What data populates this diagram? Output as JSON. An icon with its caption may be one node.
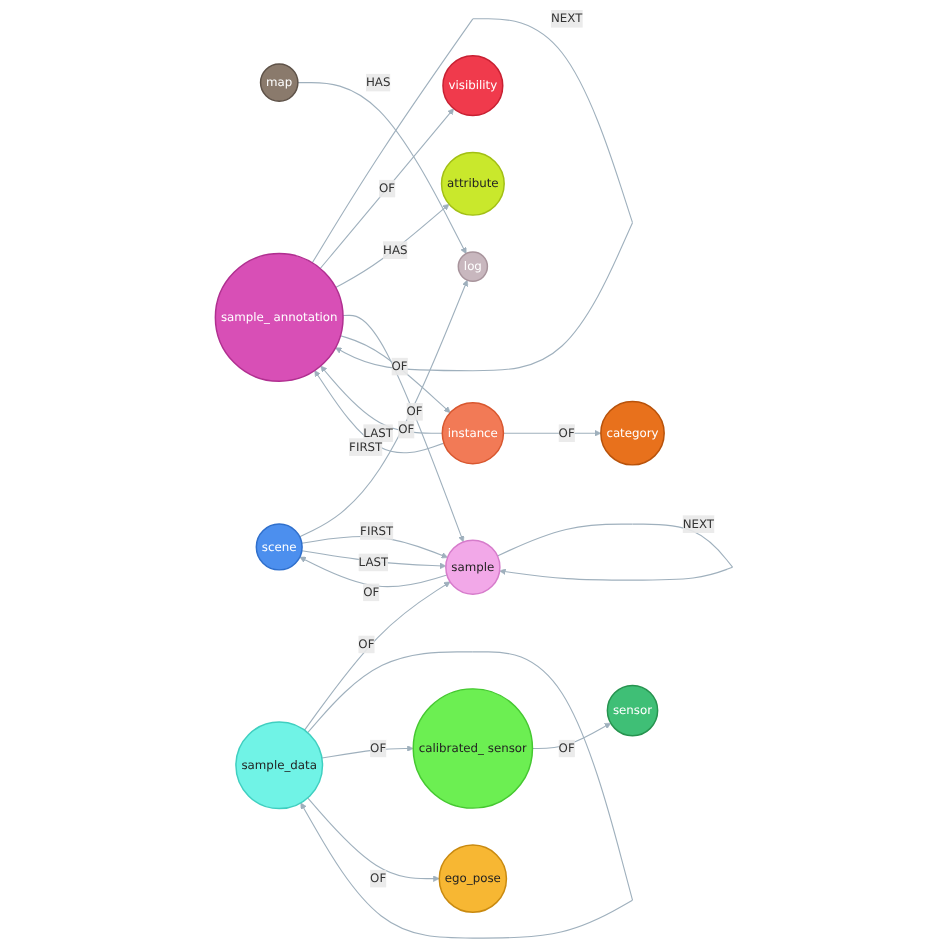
{
  "diagram": {
    "nodes": [
      {
        "text": [
          "map"
        ]
      },
      {
        "text": [
          "log"
        ]
      },
      {
        "text": [
          "scene"
        ]
      },
      {
        "text": [
          "visibility"
        ]
      },
      {
        "text": [
          "sample_ annotation"
        ]
      },
      {
        "text": [
          "sample"
        ]
      },
      {
        "text": [
          "attribute"
        ]
      },
      {
        "text": [
          "category"
        ]
      },
      {
        "text": [
          "instance"
        ]
      },
      {
        "text": [
          "sample_data"
        ]
      },
      {
        "text": [
          "sensor"
        ]
      },
      {
        "text": [
          "calibrated_ sensor"
        ]
      },
      {
        "text": [
          "ego_pose"
        ]
      }
    ],
    "edges": [
      {
        "from": 0,
        "to": 1,
        "arrow": "to",
        "label": "HAS"
      },
      {
        "from": 2,
        "to": 1,
        "arrow": "to",
        "label": "OF"
      },
      {
        "from": 2,
        "to": 5,
        "arrow": "to",
        "label": "FIRST"
      },
      {
        "from": 2,
        "to": 5,
        "arrow": "to",
        "label": "LAST"
      },
      {
        "from": 5,
        "to": 2,
        "arrow": "to",
        "label": "OF"
      },
      {
        "from": 4,
        "to": 4,
        "arrow": "to",
        "label": "NEXT"
      },
      {
        "from": 4,
        "to": 3,
        "arrow": "to",
        "label": "OF"
      },
      {
        "from": 4,
        "to": 6,
        "arrow": "to",
        "label": "HAS"
      },
      {
        "from": 4,
        "to": 5,
        "arrow": "to",
        "label": "OF"
      },
      {
        "from": 5,
        "to": 5,
        "arrow": "to",
        "label": "NEXT"
      },
      {
        "from": 4,
        "to": 8,
        "arrow": "to",
        "label": "OF"
      },
      {
        "from": 8,
        "to": 4,
        "arrow": "to",
        "label": "LAST"
      },
      {
        "from": 8,
        "to": 4,
        "arrow": "to",
        "label": "FIRST"
      },
      {
        "from": 8,
        "to": 7,
        "arrow": "to",
        "label": "OF"
      },
      {
        "from": 9,
        "to": 5,
        "arrow": "to",
        "label": "OF"
      },
      {
        "from": 9,
        "to": 9,
        "arrow": "to"
      },
      {
        "from": 9,
        "to": 11,
        "arrow": "to",
        "label": "OF"
      },
      {
        "from": 9,
        "to": 12,
        "arrow": "to",
        "label": "OF"
      },
      {
        "from": 11,
        "to": 10,
        "arrow": "to",
        "label": "OF"
      }
    ]
  }
}
